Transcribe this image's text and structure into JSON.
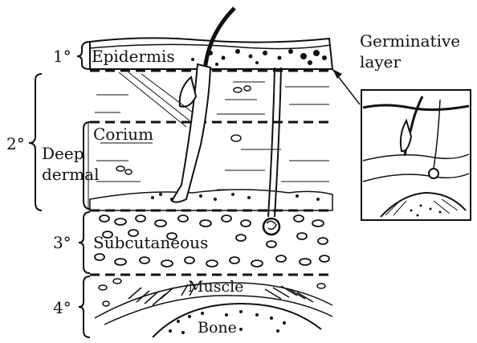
{
  "degrees": {
    "first": "1°",
    "second": "2°",
    "third": "3°",
    "fourth": "4°"
  },
  "layers": {
    "epidermis": "Epidermis",
    "corium": "Corium",
    "deep_dermal_line1": "Deep",
    "deep_dermal_line2": "dermal",
    "subcutaneous": "Subcutaneous",
    "muscle": "Muscle",
    "bone": "Bone"
  },
  "inset": {
    "line1": "Germinative",
    "line2": "layer"
  }
}
